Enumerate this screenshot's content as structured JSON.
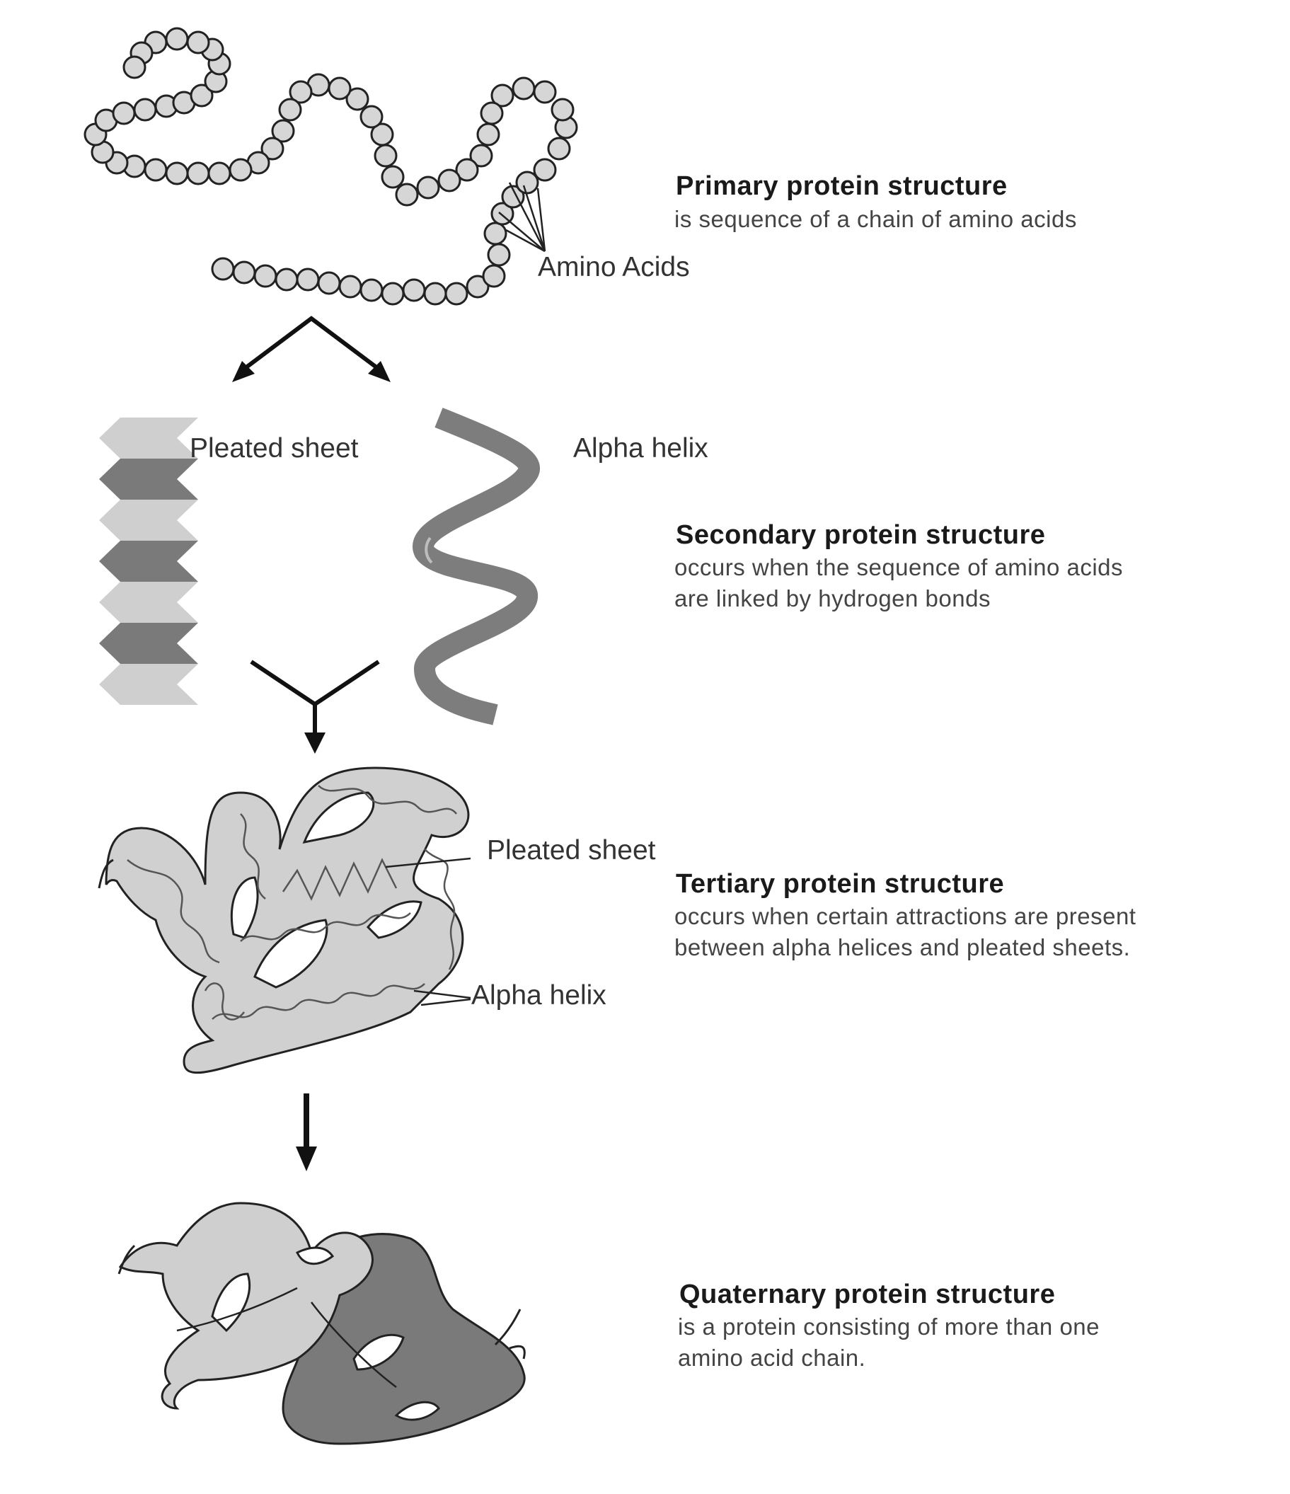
{
  "primary": {
    "title": "Primary protein structure",
    "desc": [
      "is sequence of a chain of amino acids"
    ],
    "label_amino": "Amino Acids"
  },
  "secondary": {
    "title": "Secondary protein structure",
    "desc": [
      "occurs when the sequence of amino acids",
      "are linked by hydrogen bonds"
    ],
    "label_sheet": "Pleated sheet",
    "label_helix": "Alpha helix"
  },
  "tertiary": {
    "title": "Tertiary protein structure",
    "desc": [
      "occurs when certain attractions are present",
      "between alpha helices and pleated sheets."
    ],
    "label_sheet": "Pleated sheet",
    "label_helix": "Alpha helix"
  },
  "quaternary": {
    "title": "Quaternary protein structure",
    "desc": [
      "is a protein consisting of more than one",
      "amino acid chain."
    ]
  },
  "colors": {
    "bead_fill": "#d6d6d6",
    "light_gray": "#cfcfcf",
    "dark_gray": "#7a7a7a",
    "helix_gray": "#7d7d7d",
    "arrow": "#111111"
  }
}
